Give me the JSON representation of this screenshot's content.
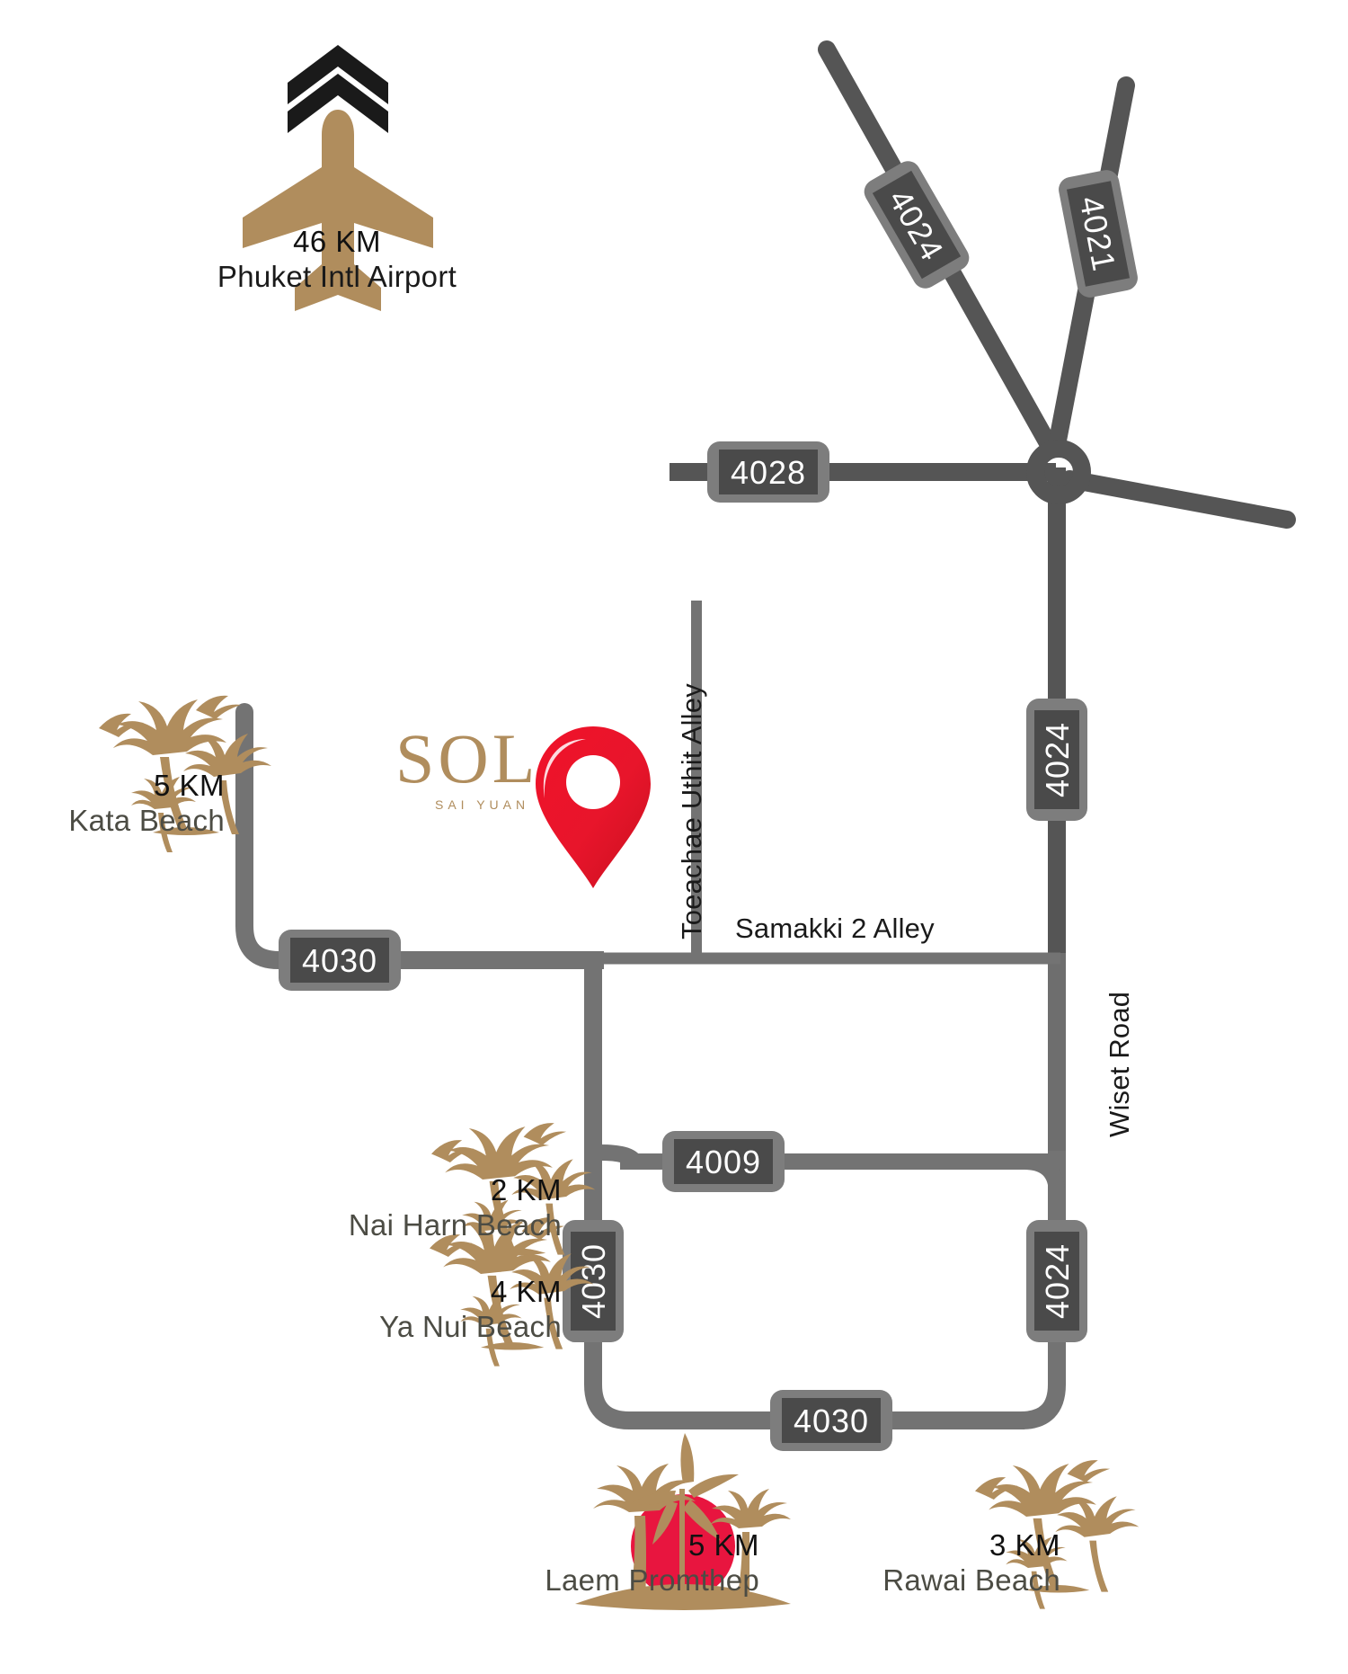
{
  "map": {
    "title": "Sol Sai Yuan Location Map",
    "background_color": "#ffffff",
    "road_color_dark": "#555555",
    "road_color_light": "#737373",
    "shield_outer_color": "#7d7d7d",
    "shield_inner_color": "#4a4a4a",
    "shield_text_color": "#ffffff",
    "accent_gold": "#b08d5d",
    "accent_red": "#e8152b",
    "pin_color": "#e8152b",
    "label_text_color": "#4c4c44",
    "distance_text_color": "#111111"
  },
  "logo": {
    "wordmark": "SOL",
    "subtitle": "SAI YUAN",
    "pin_icon": "map-pin-icon"
  },
  "airport": {
    "icon": "airplane-icon",
    "chevron_icon": "double-chevron-up-icon",
    "distance": "46 KM",
    "name": "Phuket Intl Airport"
  },
  "pois": [
    {
      "id": "kata-beach",
      "icon": "palm-trees-birds-icon",
      "distance": "5 KM",
      "name": "Kata Beach"
    },
    {
      "id": "nai-harn-beach",
      "icon": "palm-trees-birds-icon",
      "distance": "2 KM",
      "name": "Nai Harn Beach"
    },
    {
      "id": "ya-nui-beach",
      "icon": "palm-trees-birds-icon",
      "distance": "4 KM",
      "name": "Ya Nui Beach"
    },
    {
      "id": "laem-promthep",
      "icon": "windmill-sunset-palms-icon",
      "distance": "5 KM",
      "name": "Laem Promthep"
    },
    {
      "id": "rawai-beach",
      "icon": "palm-trees-birds-icon",
      "distance": "3 KM",
      "name": "Rawai Beach"
    }
  ],
  "route_shields": [
    {
      "id": "shield-4024-ne",
      "number": "4024",
      "orientation": "diagonal"
    },
    {
      "id": "shield-4021-ne",
      "number": "4021",
      "orientation": "diagonal"
    },
    {
      "id": "shield-4028-west",
      "number": "4028",
      "orientation": "horizontal"
    },
    {
      "id": "shield-4024-east",
      "number": "4024",
      "orientation": "vertical"
    },
    {
      "id": "shield-4030-west",
      "number": "4030",
      "orientation": "horizontal"
    },
    {
      "id": "shield-4009-mid",
      "number": "4009",
      "orientation": "horizontal"
    },
    {
      "id": "shield-4030-mid",
      "number": "4030",
      "orientation": "vertical"
    },
    {
      "id": "shield-4024-se",
      "number": "4024",
      "orientation": "vertical"
    },
    {
      "id": "shield-4030-south",
      "number": "4030",
      "orientation": "horizontal"
    }
  ],
  "street_labels": [
    {
      "id": "toeachae-uthit-alley",
      "text": "Toeachae Uthit Alley",
      "orientation": "vertical"
    },
    {
      "id": "samakki-2-alley",
      "text": "Samakki 2 Alley",
      "orientation": "horizontal"
    },
    {
      "id": "wiset-road",
      "text": "Wiset Road",
      "orientation": "vertical"
    }
  ],
  "roundabout": {
    "id": "roundabout",
    "branch_count": 5
  }
}
